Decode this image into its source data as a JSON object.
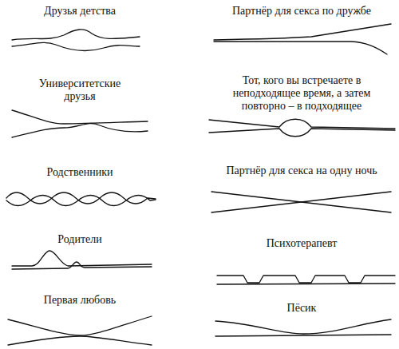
{
  "diagram": {
    "labels": [
      "Друзья детства",
      "Университетские друзья",
      "Родственники",
      "Родители",
      "Первая любовь",
      "Партнёр для секса по дружбе",
      "Тот, кого вы встречаете в неподходящее время, а затем повторно – в подходящее",
      "Партнёр для секса на одну ночь",
      "Психотерапевт",
      "Пёсик"
    ]
  }
}
